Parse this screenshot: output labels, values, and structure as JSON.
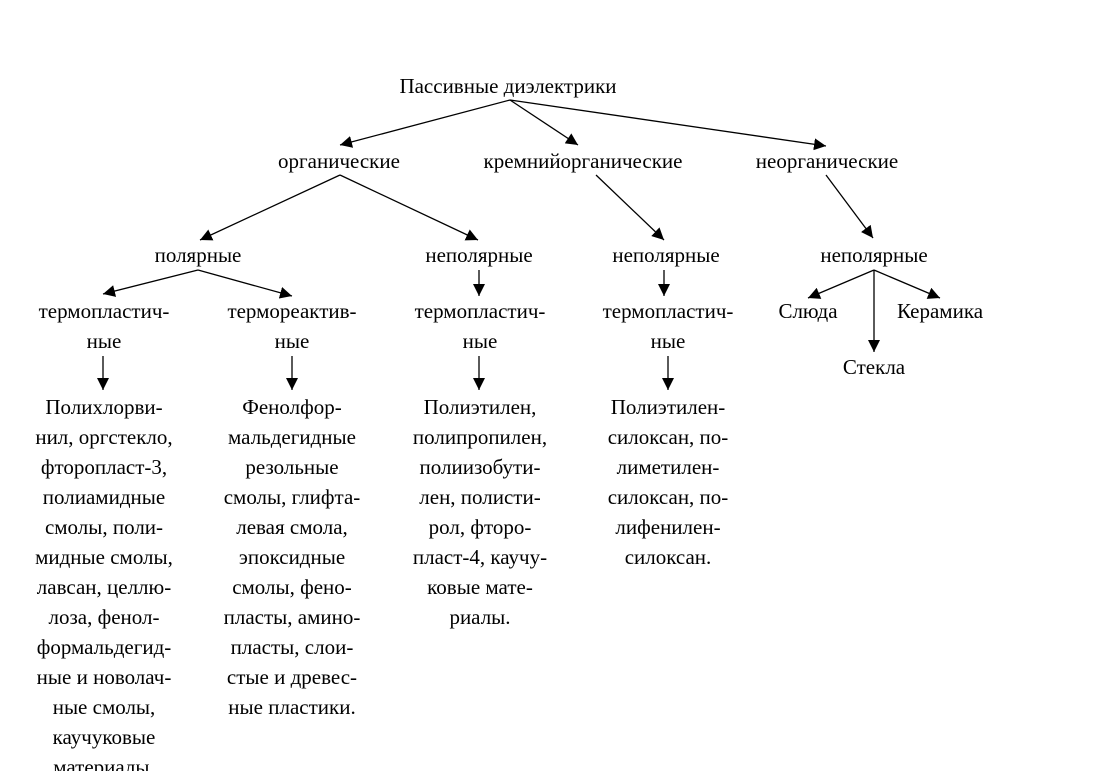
{
  "root": "Пассивные диэлектрики",
  "categories": {
    "organic": "органические",
    "organosilicon": "кремнийорганические",
    "inorganic": "неорганические"
  },
  "polarity": {
    "polar": "полярные",
    "nonpolar_organic": "неполярные",
    "nonpolar_organosilicon": "неполярные",
    "nonpolar_inorganic": "неполярные"
  },
  "types": {
    "thermoplastic_polar": [
      "термопластич-",
      "ные"
    ],
    "thermoset_polar": [
      "термореактив-",
      "ные"
    ],
    "thermoplastic_nonpolar": [
      "термопластич-",
      "ные"
    ],
    "thermoplastic_organosilicon": [
      "термопластич-",
      "ные"
    ]
  },
  "inorganic_materials": {
    "mica": "Слюда",
    "ceramics": "Керамика",
    "glass": "Стекла"
  },
  "examples": {
    "thermoplastic_polar": [
      "Полихлорви-",
      "нил, оргстекло,",
      "фторопласт-3,",
      "полиамидные",
      "смолы, поли-",
      "мидные смолы,",
      "лавсан, целлю-",
      "лоза, фенол-",
      "формальдегид-",
      "ные и новолач-",
      "ные смолы,",
      "каучуковые",
      "материалы."
    ],
    "thermoset_polar": [
      "Фенолфор-",
      "мальдегидные",
      "резольные",
      "смолы, глифта-",
      "левая смола,",
      "эпоксидные",
      "смолы, фено-",
      "пласты, амино-",
      "пласты, слои-",
      "стые и древес-",
      "ные пластики."
    ],
    "thermoplastic_nonpolar": [
      "Полиэтилен,",
      "полипропилен,",
      "полиизобути-",
      "лен, полисти-",
      "рол, фторо-",
      "пласт-4, каучу-",
      "ковые мате-",
      "риалы."
    ],
    "thermoplastic_organosilicon": [
      "Полиэтилен-",
      "силоксан, по-",
      "лиметилен-",
      "силоксан, по-",
      "лифенилен-",
      "силоксан."
    ]
  }
}
